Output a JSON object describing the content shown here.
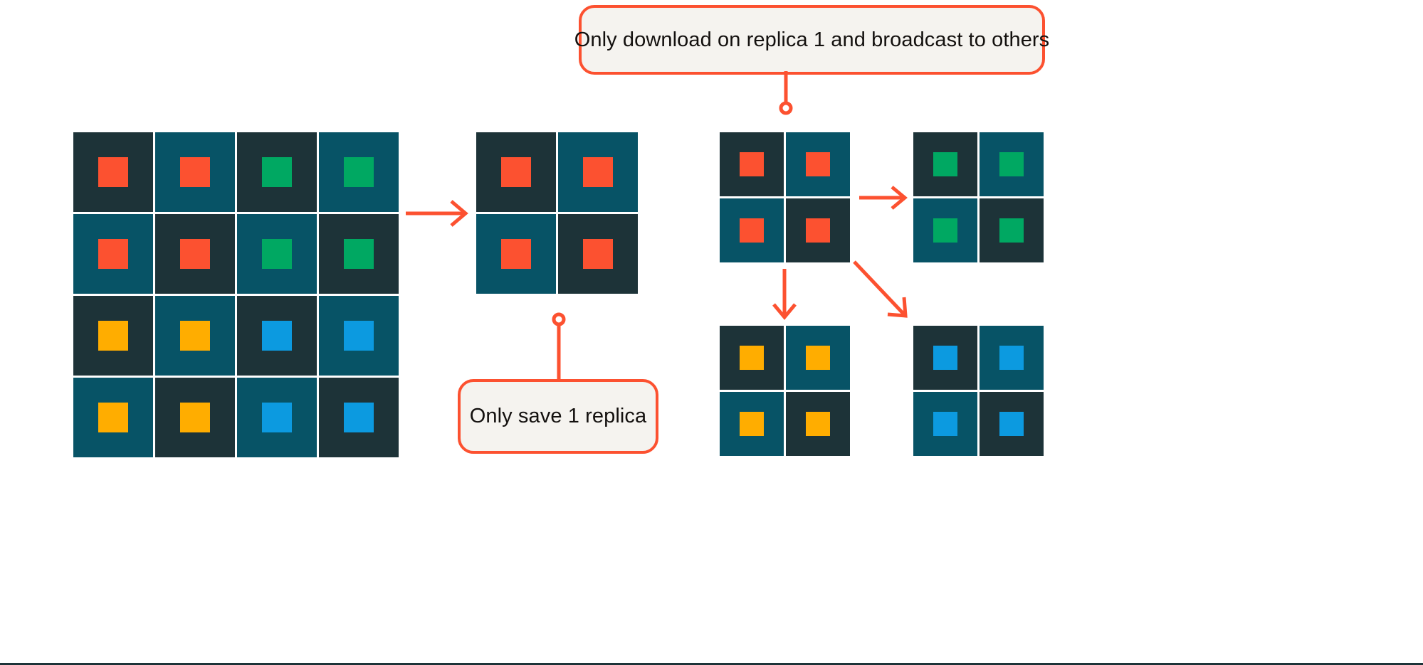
{
  "palette": {
    "background": "#ffffff",
    "tile_dark": "#1d3338",
    "tile_teal": "#075366",
    "accent_red": "#fc5130",
    "chip_red": "#fc5130",
    "chip_green": "#00a862",
    "chip_amber": "#ffad00",
    "chip_blue": "#0c9ae0",
    "callout_fill": "#f5f3ef",
    "callout_border": "#fc5130",
    "callout_text": "#13100e"
  },
  "callouts": {
    "download": {
      "text": "Only download on replica 1 and broadcast to others",
      "name": "callout-download"
    },
    "save": {
      "text": "Only save 1 replica",
      "name": "callout-save"
    }
  },
  "icons": {
    "arrow_right": "arrow-right-icon",
    "arrow_down": "arrow-down-icon",
    "arrow_diagonal": "arrow-diagonal-down-right-icon",
    "connector_dot": "connector-endpoint-dot-icon"
  },
  "grids": {
    "source": {
      "label": "Full 4x4 shard grid",
      "rows": 4,
      "cols": 4,
      "cells": [
        {
          "bg": "dark",
          "chip": "red"
        },
        {
          "bg": "teal",
          "chip": "red"
        },
        {
          "bg": "dark",
          "chip": "green"
        },
        {
          "bg": "teal",
          "chip": "green"
        },
        {
          "bg": "teal",
          "chip": "red"
        },
        {
          "bg": "dark",
          "chip": "red"
        },
        {
          "bg": "teal",
          "chip": "green"
        },
        {
          "bg": "dark",
          "chip": "green"
        },
        {
          "bg": "dark",
          "chip": "amber"
        },
        {
          "bg": "teal",
          "chip": "amber"
        },
        {
          "bg": "dark",
          "chip": "blue"
        },
        {
          "bg": "teal",
          "chip": "blue"
        },
        {
          "bg": "teal",
          "chip": "amber"
        },
        {
          "bg": "dark",
          "chip": "amber"
        },
        {
          "bg": "teal",
          "chip": "blue"
        },
        {
          "bg": "dark",
          "chip": "blue"
        }
      ]
    },
    "saved": {
      "label": "Single saved replica 2x2",
      "rows": 2,
      "cols": 2,
      "cells": [
        {
          "bg": "dark",
          "chip": "red"
        },
        {
          "bg": "teal",
          "chip": "red"
        },
        {
          "bg": "teal",
          "chip": "red"
        },
        {
          "bg": "dark",
          "chip": "red"
        }
      ]
    },
    "replica_red": {
      "label": "Replica 1 red shard block",
      "rows": 2,
      "cols": 2,
      "cells": [
        {
          "bg": "dark",
          "chip": "red"
        },
        {
          "bg": "teal",
          "chip": "red"
        },
        {
          "bg": "teal",
          "chip": "red"
        },
        {
          "bg": "dark",
          "chip": "red"
        }
      ]
    },
    "replica_green": {
      "label": "Broadcast green shard block",
      "rows": 2,
      "cols": 2,
      "cells": [
        {
          "bg": "dark",
          "chip": "green"
        },
        {
          "bg": "teal",
          "chip": "green"
        },
        {
          "bg": "teal",
          "chip": "green"
        },
        {
          "bg": "dark",
          "chip": "green"
        }
      ]
    },
    "replica_amber": {
      "label": "Broadcast amber shard block",
      "rows": 2,
      "cols": 2,
      "cells": [
        {
          "bg": "dark",
          "chip": "amber"
        },
        {
          "bg": "teal",
          "chip": "amber"
        },
        {
          "bg": "teal",
          "chip": "amber"
        },
        {
          "bg": "dark",
          "chip": "amber"
        }
      ]
    },
    "replica_blue": {
      "label": "Broadcast blue shard block",
      "rows": 2,
      "cols": 2,
      "cells": [
        {
          "bg": "dark",
          "chip": "blue"
        },
        {
          "bg": "teal",
          "chip": "blue"
        },
        {
          "bg": "teal",
          "chip": "blue"
        },
        {
          "bg": "dark",
          "chip": "blue"
        }
      ]
    }
  }
}
